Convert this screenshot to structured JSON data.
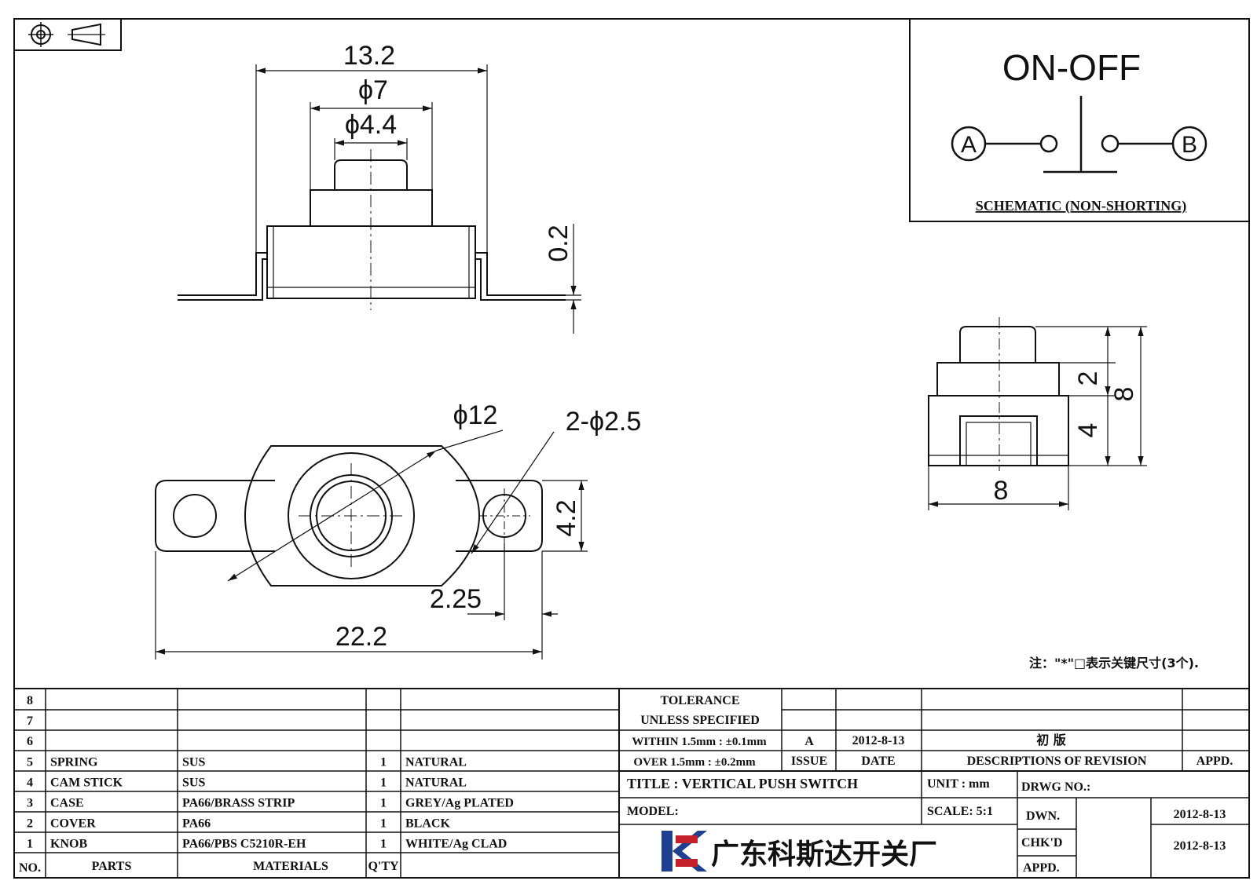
{
  "dims": {
    "width_total": "13.2",
    "phi7": "ϕ7",
    "phi44": "ϕ4.4",
    "h02": "0.2",
    "phi12": "ϕ12",
    "holes": "2-ϕ2.5",
    "h42": "4.2",
    "d225": "2.25",
    "w222": "22.2",
    "side_2": "2",
    "side_4": "4",
    "side_8h": "8",
    "side_8w": "8"
  },
  "schematic": {
    "title": "ON-OFF",
    "terminal_a": "A",
    "terminal_b": "B",
    "caption": "SCHEMATIC (NON-SHORTING)"
  },
  "note": "注：\"*\"□表示关键尺寸(3个).",
  "parts_table": {
    "rows": [
      {
        "no": "8",
        "part": "",
        "material": "",
        "qty": "",
        "finish": ""
      },
      {
        "no": "7",
        "part": "",
        "material": "",
        "qty": "",
        "finish": ""
      },
      {
        "no": "6",
        "part": "",
        "material": "",
        "qty": "",
        "finish": ""
      },
      {
        "no": "5",
        "part": "SPRING",
        "material": "SUS",
        "qty": "1",
        "finish": "NATURAL"
      },
      {
        "no": "4",
        "part": "CAM STICK",
        "material": "SUS",
        "qty": "1",
        "finish": "NATURAL"
      },
      {
        "no": "3",
        "part": "CASE",
        "material": "PA66/BRASS STRIP",
        "qty": "1",
        "finish": "GREY/Ag PLATED"
      },
      {
        "no": "2",
        "part": "COVER",
        "material": "PA66",
        "qty": "1",
        "finish": "BLACK"
      },
      {
        "no": "1",
        "part": "KNOB",
        "material": "PA66/PBS C5210R-EH",
        "qty": "1",
        "finish": "WHITE/Ag CLAD"
      }
    ],
    "header": {
      "no": "NO.",
      "part": "PARTS",
      "material": "MATERIALS",
      "qty": "Q'TY"
    }
  },
  "tolerance": {
    "line1": "TOLERANCE",
    "line2": "UNLESS SPECIFIED",
    "line3": "WITHIN 1.5mm : ±0.1mm",
    "line4": "OVER 1.5mm : ±0.2mm"
  },
  "revision": {
    "issue": "A",
    "date": "2012-8-13",
    "description": "初 版",
    "h_issue": "ISSUE",
    "h_date": "DATE",
    "h_desc": "DESCRIPTIONS OF REVISION",
    "h_appd": "APPD."
  },
  "title_block": {
    "title": "TITLE :  VERTICAL PUSH SWITCH",
    "unit": "UNIT :  mm",
    "drwg": "DRWG NO.:",
    "model": "MODEL:",
    "scale": "SCALE:  5:1",
    "dwn": "DWN.",
    "dwn_date": "2012-8-13",
    "chkd": "CHK'D",
    "chkd_date": "2012-8-13",
    "appd": "APPD.",
    "company": "广东科斯达开关厂"
  },
  "colors": {
    "logo_blue": "#1f3f8f",
    "logo_red": "#c4202a"
  }
}
